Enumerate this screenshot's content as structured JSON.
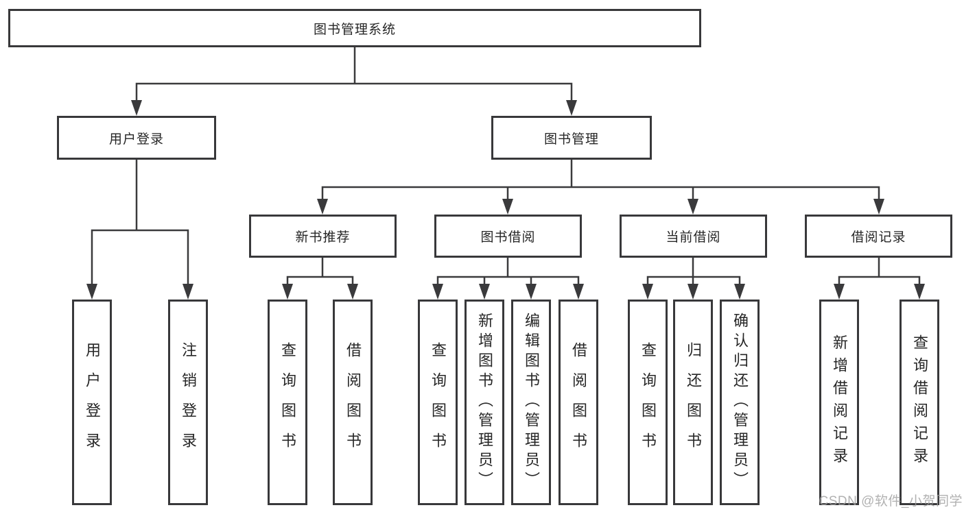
{
  "diagram": {
    "tree": {
      "root": "图书管理系统",
      "children": [
        {
          "label": "用户登录",
          "children": [
            {
              "label": "用户登录"
            },
            {
              "label": "注销登录"
            }
          ]
        },
        {
          "label": "图书管理",
          "children": [
            {
              "label": "新书推荐",
              "children": [
                {
                  "label": "查询图书"
                },
                {
                  "label": "借阅图书"
                }
              ]
            },
            {
              "label": "图书借阅",
              "children": [
                {
                  "label": "查询图书"
                },
                {
                  "label": "新增图书（管理员）"
                },
                {
                  "label": "编辑图书（管理员）"
                },
                {
                  "label": "借阅图书"
                }
              ]
            },
            {
              "label": "当前借阅",
              "children": [
                {
                  "label": "查询图书"
                },
                {
                  "label": "归还图书"
                },
                {
                  "label": "确认归还（管理员）"
                }
              ]
            },
            {
              "label": "借阅记录",
              "children": [
                {
                  "label": "新增借阅记录"
                },
                {
                  "label": "查询借阅记录"
                }
              ]
            }
          ]
        }
      ]
    },
    "watermark": "CSDN @软件_小贺同学",
    "colors": {
      "background": "#ffffff",
      "box_fill": "#ffffff",
      "box_border": "#38383a",
      "line": "#3a3a3c",
      "text": "#262626",
      "watermark": "#9e9e9e"
    }
  }
}
